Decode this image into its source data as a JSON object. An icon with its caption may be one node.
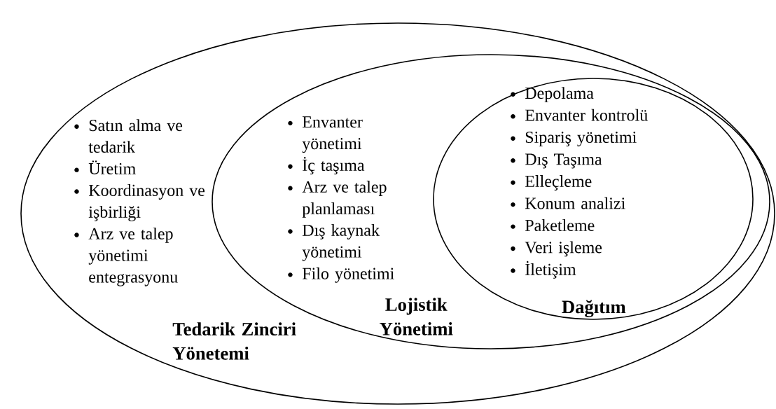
{
  "diagram": {
    "nodes": [
      {
        "text": [
          "Satın alma ve tedarik",
          "Üretim",
          "Koordinasyon ve işbirliği",
          "Arz ve talep yönetimi entegrasyonu",
          "Tedarik Zinciri Yönetemi"
        ]
      },
      {
        "text": [
          "Envanter yönetimi",
          "İç taşıma",
          "Arz ve talep planlaması",
          "Dış kaynak yönetimi",
          "Filo yönetimi",
          "Lojistik Yönetimi"
        ],
        "in": 0
      },
      {
        "text": [
          "Depolama",
          "Envanter kontrolü",
          "Sipariş yönetimi",
          "Dış Taşıma",
          "Elleçleme",
          "Konum analizi",
          "Paketleme",
          "Veri işleme",
          "İletişim",
          "Dağıtım"
        ],
        "in": 1
      }
    ]
  }
}
